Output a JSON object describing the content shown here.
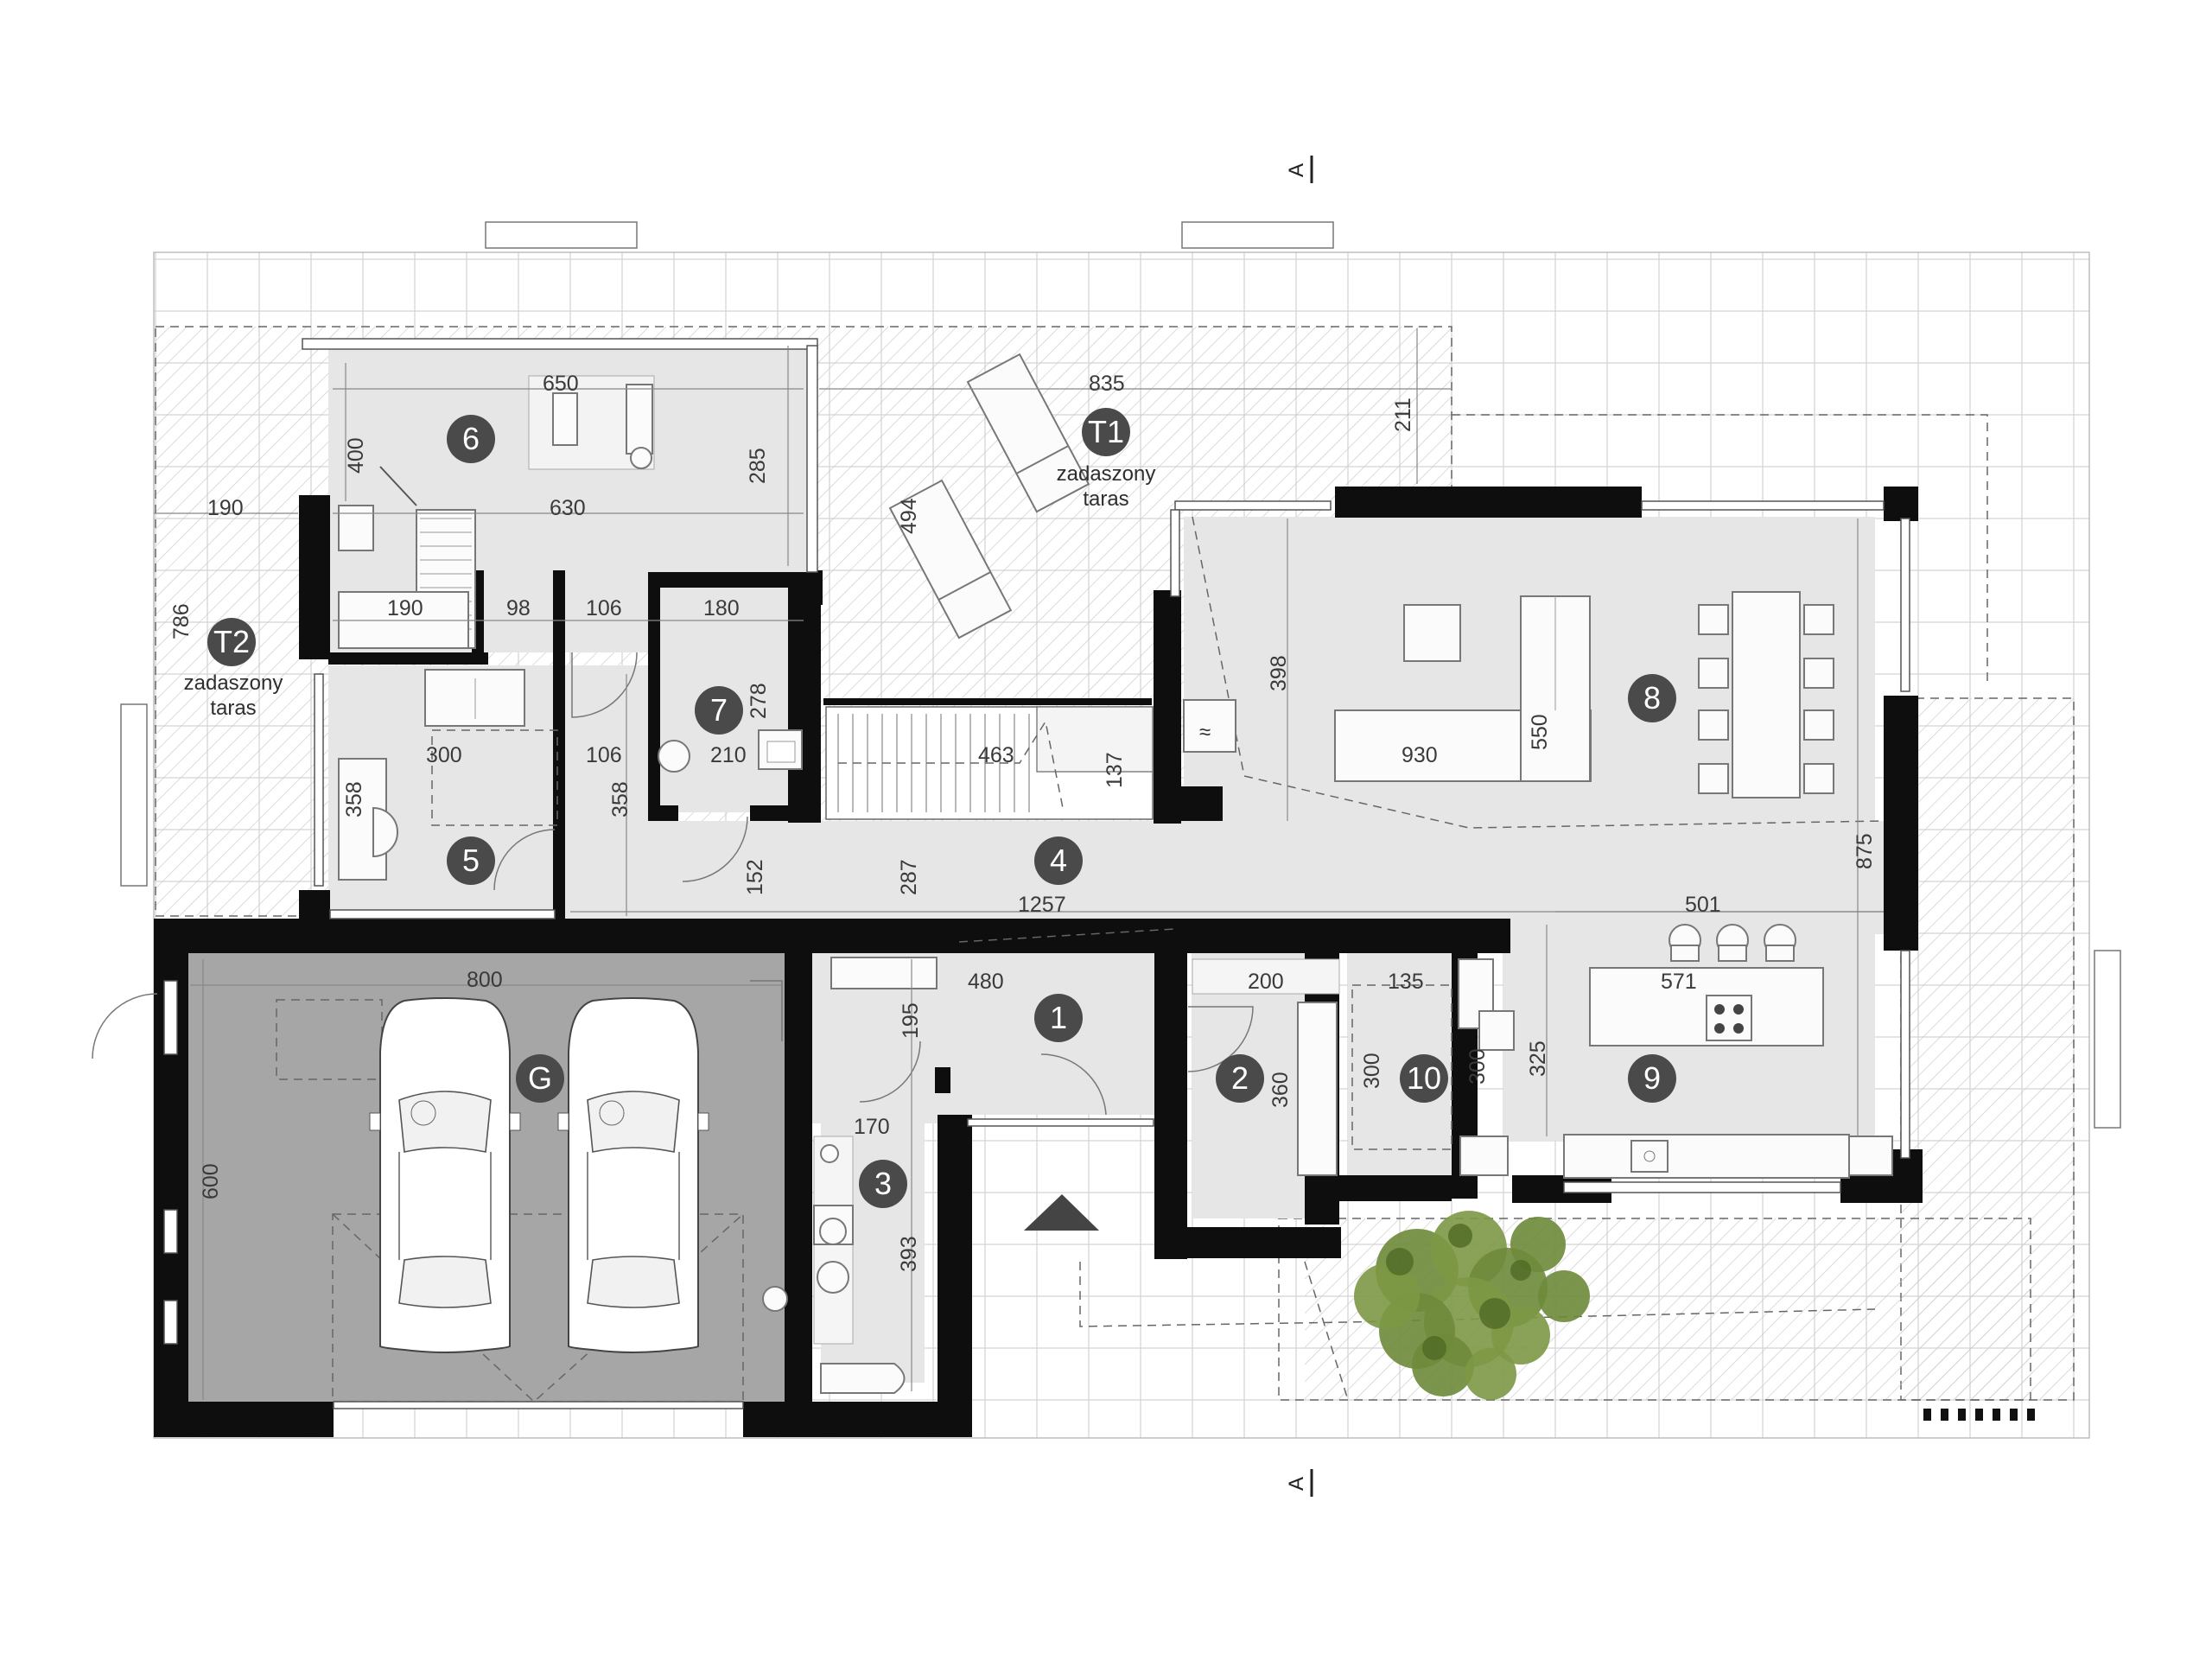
{
  "plan": {
    "section_marker": "A",
    "rooms": [
      {
        "key": "r1",
        "number": "1"
      },
      {
        "key": "r2",
        "number": "2"
      },
      {
        "key": "r3",
        "number": "3"
      },
      {
        "key": "r4",
        "number": "4"
      },
      {
        "key": "r5",
        "number": "5"
      },
      {
        "key": "r6",
        "number": "6"
      },
      {
        "key": "r7",
        "number": "7"
      },
      {
        "key": "r8",
        "number": "8"
      },
      {
        "key": "r9",
        "number": "9"
      },
      {
        "key": "r10",
        "number": "10"
      },
      {
        "key": "garage",
        "number": "G"
      },
      {
        "key": "t1",
        "number": "T1"
      },
      {
        "key": "t2",
        "number": "T2"
      }
    ],
    "terrace_label_line1": "zadaszony",
    "terrace_label_line2": "taras",
    "dimensions": {
      "d650": "650",
      "d835": "835",
      "d211": "211",
      "d400": "400",
      "d630": "630",
      "d285": "285",
      "d494": "494",
      "d190a": "190",
      "d190b": "190",
      "d98": "98",
      "d106a": "106",
      "d180": "180",
      "d786": "786",
      "d278": "278",
      "d210": "210",
      "d463": "463",
      "d137": "137",
      "d398": "398",
      "d930": "930",
      "d550": "550",
      "d300a": "300",
      "d106b": "106",
      "d358a": "358",
      "d358b": "358",
      "d152": "152",
      "d287": "287",
      "d1257": "1257",
      "d501": "501",
      "d875": "875",
      "d800": "800",
      "d480": "480",
      "d195": "195",
      "d200": "200",
      "d135": "135",
      "d571": "571",
      "d600": "600",
      "d360": "360",
      "d300b": "300",
      "d300c": "300",
      "d325": "325",
      "d170": "170",
      "d393": "393"
    },
    "colors": {
      "wall": "#0e0e0e",
      "room_fill": "#e6e6e6",
      "garage_fill": "#a6a6a6",
      "badge_fill": "#4a4a4a",
      "tree_green": "#6e8a3a"
    },
    "icons": [
      "car-icon",
      "tree-icon",
      "cooktop-icon",
      "sink-icon",
      "toilet-icon",
      "bathtub-icon",
      "washer-icon",
      "stairs-icon",
      "sofa-icon",
      "dining-table-icon",
      "sauna-bench-icon",
      "north-arrow-icon"
    ]
  }
}
